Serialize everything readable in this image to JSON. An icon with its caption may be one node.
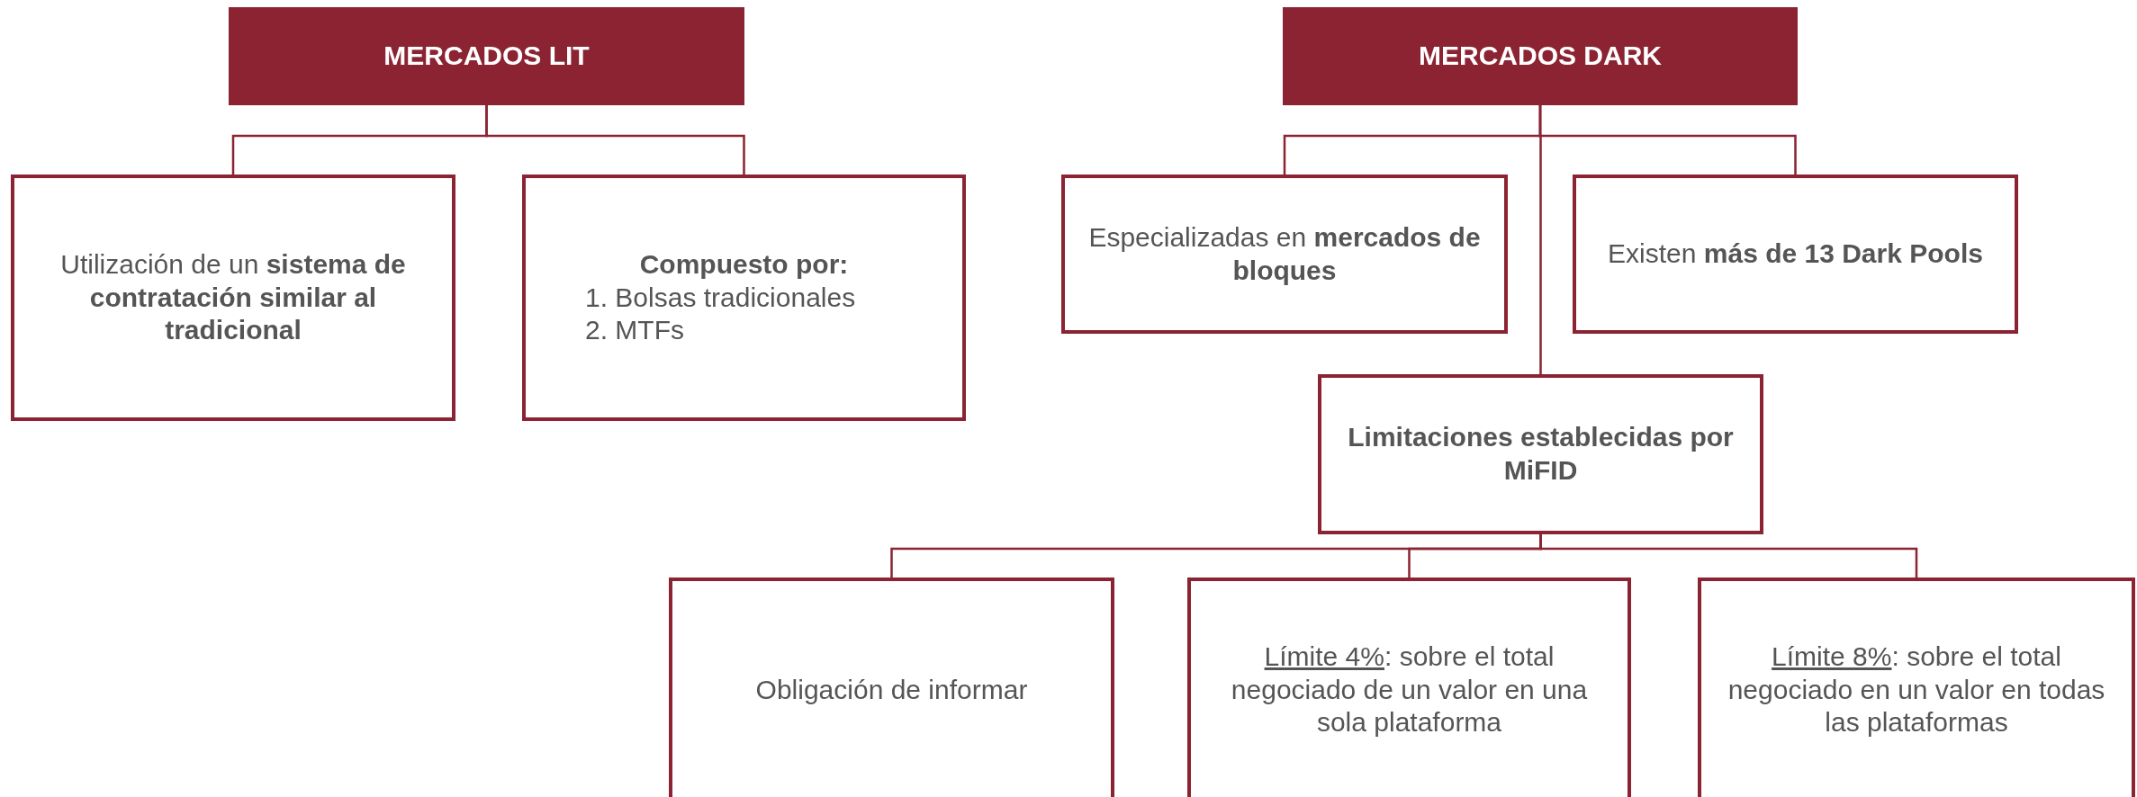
{
  "diagram": {
    "nodes": [
      {
        "text": [
          "MERCADOS LIT"
        ]
      },
      {
        "text": [
          "MERCADOS DARK"
        ]
      },
      {
        "text": [
          "Utilización de un **sistema de contratación similar al tradicional**"
        ]
      },
      {
        "text": [
          "Compuesto por:",
          "1. Bolsas tradicionales",
          "2. MTFs"
        ]
      },
      {
        "text": [
          "Especializadas en **mercados de bloques**"
        ]
      },
      {
        "text": [
          "Existen **más de 13 Dark Pools**"
        ]
      },
      {
        "text": [
          "Limitaciones establecidas por MiFID"
        ]
      },
      {
        "text": [
          "Obligación de informar"
        ]
      },
      {
        "text": [
          "Límite 4%: sobre el total negociado de un valor en una sola plataforma"
        ]
      },
      {
        "text": [
          "Límite 8%: sobre el total negociado en un valor en todas las plataformas"
        ]
      }
    ],
    "edges": [
      {
        "from": 0,
        "to": 2,
        "arrow": "none"
      },
      {
        "from": 0,
        "to": 3,
        "arrow": "none"
      },
      {
        "from": 1,
        "to": 4,
        "arrow": "none"
      },
      {
        "from": 1,
        "to": 5,
        "arrow": "none"
      },
      {
        "from": 1,
        "to": 6,
        "arrow": "none"
      },
      {
        "from": 6,
        "to": 7,
        "arrow": "none"
      },
      {
        "from": 6,
        "to": 8,
        "arrow": "none"
      },
      {
        "from": 6,
        "to": 9,
        "arrow": "none"
      }
    ]
  }
}
